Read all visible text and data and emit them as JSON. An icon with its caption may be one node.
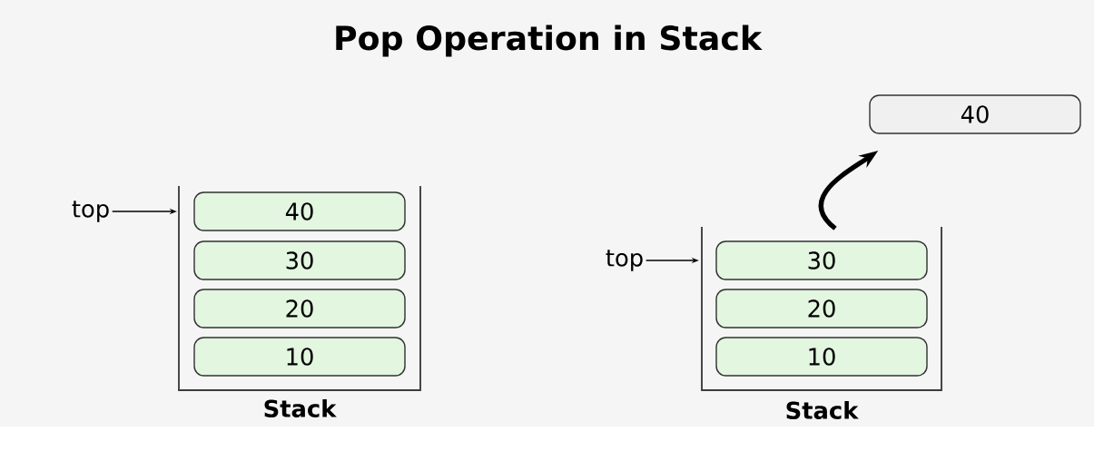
{
  "diagram": {
    "title": "Pop Operation in Stack",
    "nodes": [
      {
        "text": [
          "Stack"
        ]
      },
      {
        "text": [
          "40"
        ],
        "in": 0
      },
      {
        "text": [
          "30"
        ],
        "in": 0
      },
      {
        "text": [
          "20"
        ],
        "in": 0
      },
      {
        "text": [
          "10"
        ],
        "in": 0
      },
      {
        "text": [
          "top"
        ]
      },
      {
        "text": [
          "40"
        ]
      },
      {
        "text": [
          "top"
        ]
      },
      {
        "text": [
          "Stack"
        ]
      },
      {
        "text": [
          "30"
        ],
        "in": 8
      },
      {
        "text": [
          "20"
        ],
        "in": 8
      },
      {
        "text": [
          "10"
        ],
        "in": 8
      }
    ],
    "edges": [
      {
        "from": 5,
        "to": 1,
        "arrow": "to"
      },
      {
        "from": 7,
        "to": 9,
        "arrow": "to"
      },
      {
        "from": 8,
        "to": 6,
        "arrow": "to",
        "style": "thick"
      }
    ]
  }
}
